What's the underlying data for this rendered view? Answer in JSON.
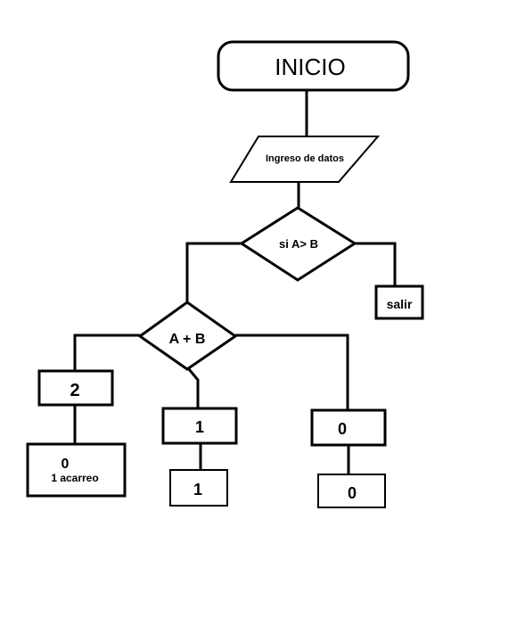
{
  "flowchart": {
    "start": "INICIO",
    "input": "Ingreso de datos",
    "decision": "si A> B",
    "exit": "salir",
    "sum": "A + B",
    "left_result": "2",
    "left_output_line1": "0",
    "left_output_line2": "1 acarreo",
    "middle_result": "1",
    "middle_output": "1",
    "right_result": "0",
    "right_output": "0"
  }
}
